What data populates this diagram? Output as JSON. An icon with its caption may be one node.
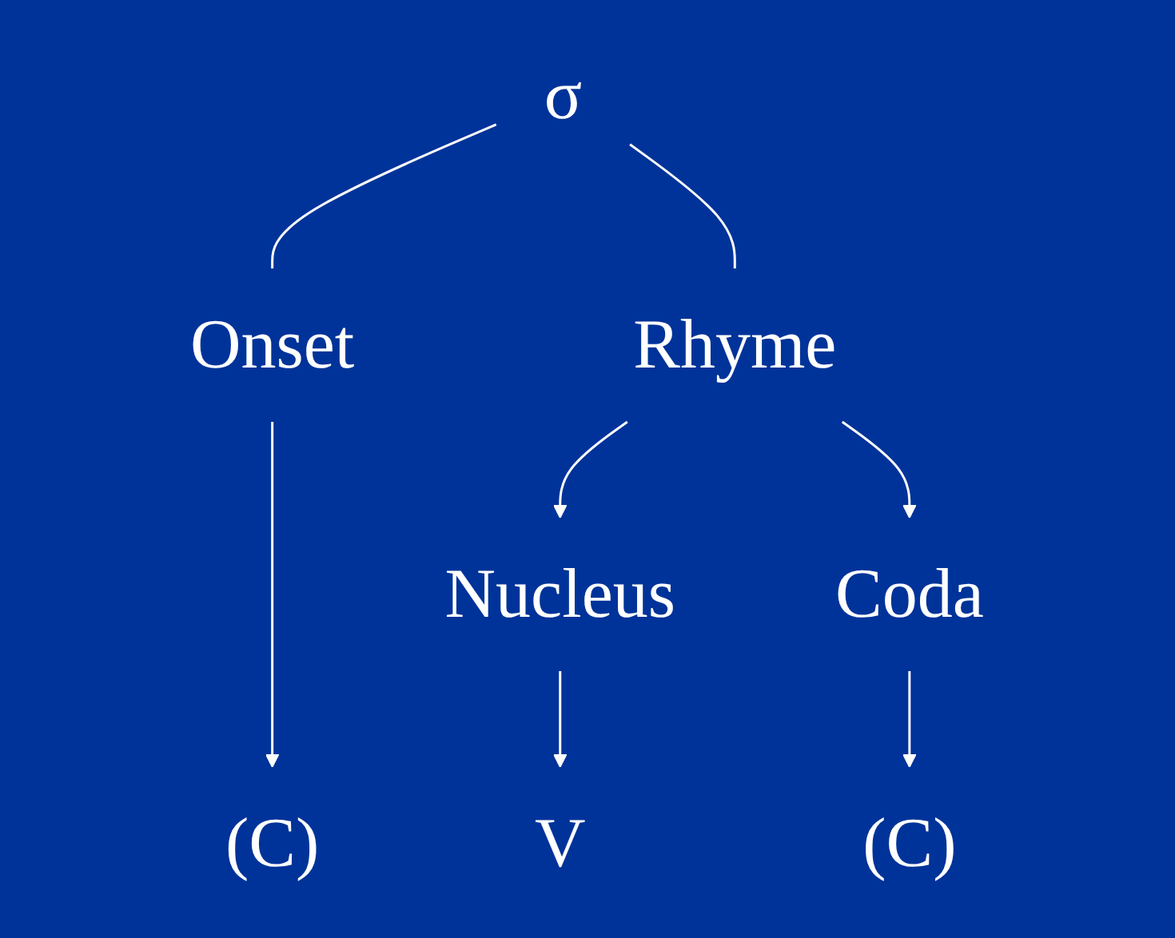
{
  "diagram": {
    "nodes": [
      {
        "text": [
          "σ"
        ]
      },
      {
        "text": [
          "Onset"
        ]
      },
      {
        "text": [
          "Rhyme"
        ]
      },
      {
        "text": [
          "Nucleus"
        ]
      },
      {
        "text": [
          "Coda"
        ]
      },
      {
        "text": [
          "(C)"
        ]
      },
      {
        "text": [
          "V"
        ]
      },
      {
        "text": [
          "(C)"
        ]
      }
    ],
    "edges": [
      {
        "from": 0,
        "to": 1,
        "arrow": "none"
      },
      {
        "from": 0,
        "to": 2,
        "arrow": "none"
      },
      {
        "from": 1,
        "to": 5,
        "arrow": "to"
      },
      {
        "from": 2,
        "to": 3,
        "arrow": "to"
      },
      {
        "from": 2,
        "to": 4,
        "arrow": "to"
      },
      {
        "from": 3,
        "to": 6,
        "arrow": "to"
      },
      {
        "from": 4,
        "to": 7,
        "arrow": "to"
      }
    ]
  }
}
